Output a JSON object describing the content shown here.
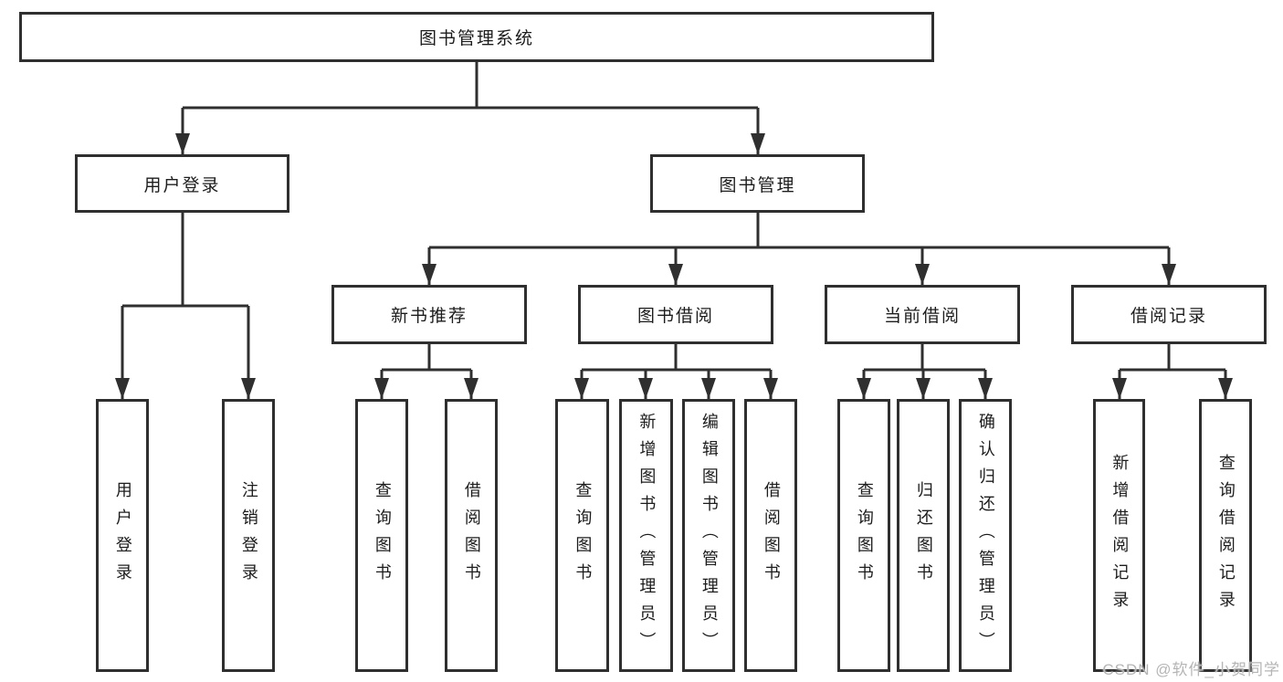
{
  "tree": {
    "label": "图书管理系统",
    "children": [
      {
        "label": "用户登录",
        "children": [
          {
            "label": "用户登录"
          },
          {
            "label": "注销登录"
          }
        ]
      },
      {
        "label": "图书管理",
        "children": [
          {
            "label": "新书推荐",
            "children": [
              {
                "label": "查询图书"
              },
              {
                "label": "借阅图书"
              }
            ]
          },
          {
            "label": "图书借阅",
            "children": [
              {
                "label": "查询图书"
              },
              {
                "label": "新增图书（管理员）"
              },
              {
                "label": "编辑图书（管理员）"
              },
              {
                "label": "借阅图书"
              }
            ]
          },
          {
            "label": "当前借阅",
            "children": [
              {
                "label": "查询图书"
              },
              {
                "label": "归还图书"
              },
              {
                "label": "确认归还（管理员）"
              }
            ]
          },
          {
            "label": "借阅记录",
            "children": [
              {
                "label": "新增借阅记录"
              },
              {
                "label": "查询借阅记录"
              }
            ]
          }
        ]
      }
    ]
  },
  "watermark": {
    "text": "CSDN @软件_小贺同学"
  },
  "colors": {
    "line": "#2f2f2f",
    "box_border": "#2f2f2f",
    "text": "#1c1c1c",
    "background": "#ffffff",
    "watermark": "#b5b5b5"
  }
}
